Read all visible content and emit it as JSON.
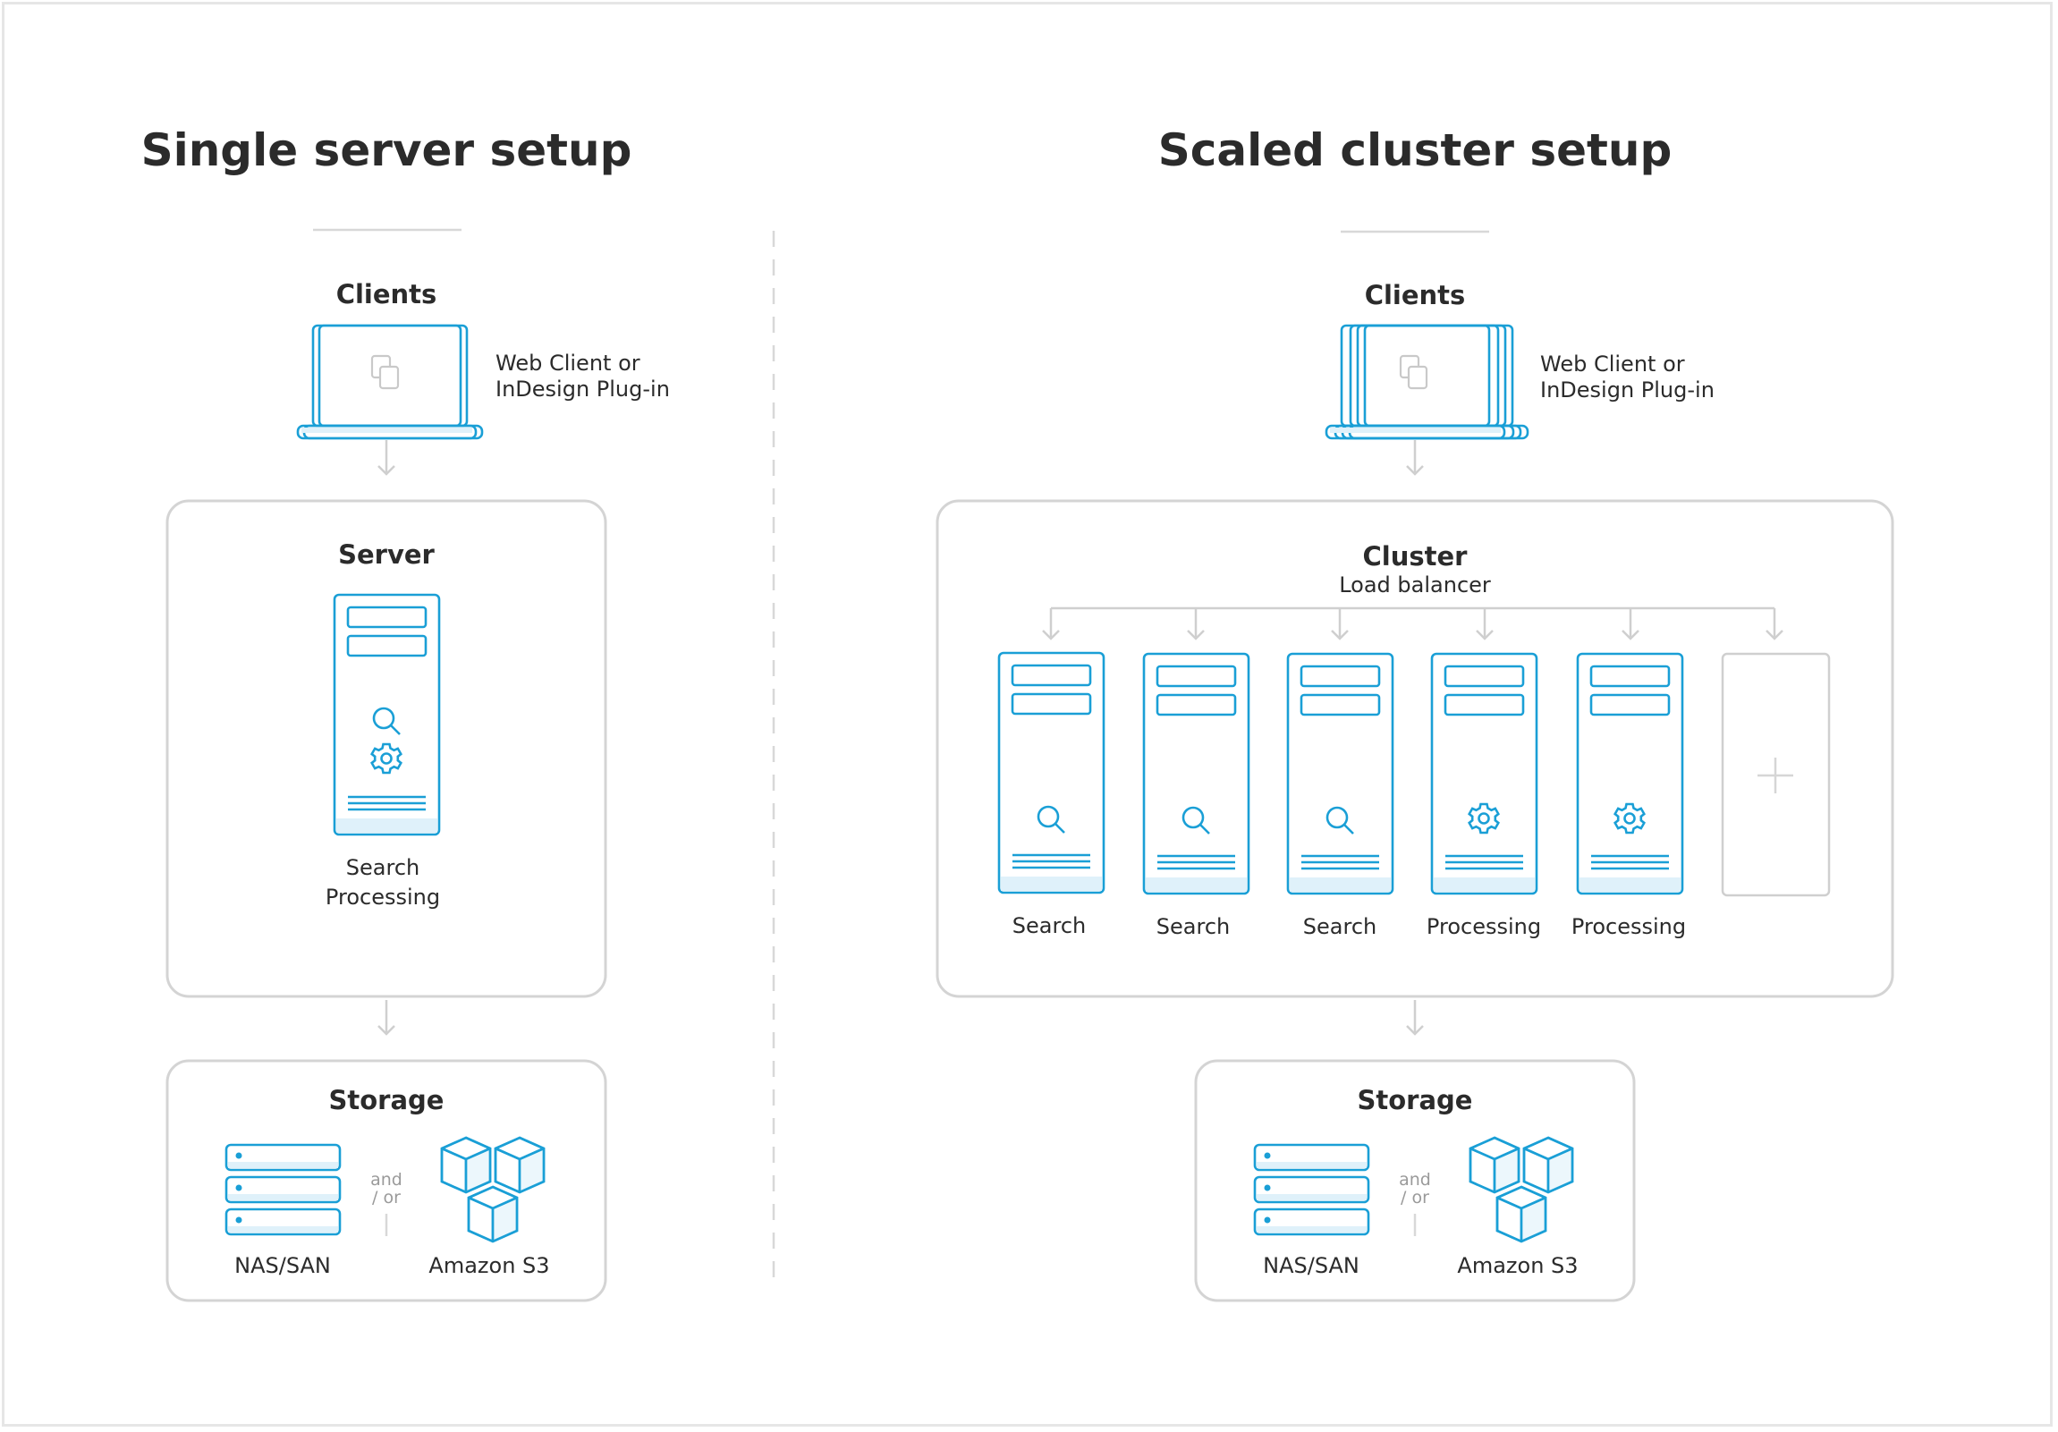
{
  "left": {
    "title": "Single server setup",
    "clients": {
      "heading": "Clients",
      "line1": "Web Client or",
      "line2": "InDesign Plug-in"
    },
    "server": {
      "heading": "Server",
      "role1": "Search",
      "role2": "Processing"
    },
    "storage": {
      "heading": "Storage",
      "and_or_1": "and",
      "and_or_2": "/ or",
      "nas": "NAS/SAN",
      "s3": "Amazon S3"
    }
  },
  "right": {
    "title": "Scaled cluster setup",
    "clients": {
      "heading": "Clients",
      "line1": "Web Client or",
      "line2": "InDesign Plug-in"
    },
    "cluster": {
      "heading": "Cluster",
      "subheading": "Load balancer",
      "nodes": [
        {
          "label": "Search",
          "icon": "search-icon"
        },
        {
          "label": "Search",
          "icon": "search-icon"
        },
        {
          "label": "Search",
          "icon": "search-icon"
        },
        {
          "label": "Processing",
          "icon": "gear-icon"
        },
        {
          "label": "Processing",
          "icon": "gear-icon"
        }
      ],
      "add_node_icon": "plus-icon"
    },
    "storage": {
      "heading": "Storage",
      "and_or_1": "and",
      "and_or_2": "/ or",
      "nas": "NAS/SAN",
      "s3": "Amazon S3"
    }
  },
  "colors": {
    "accent": "#1a9fd6",
    "accent_fill": "#dff1fa",
    "border": "#d4d4d4",
    "text": "#2b2b2b"
  }
}
